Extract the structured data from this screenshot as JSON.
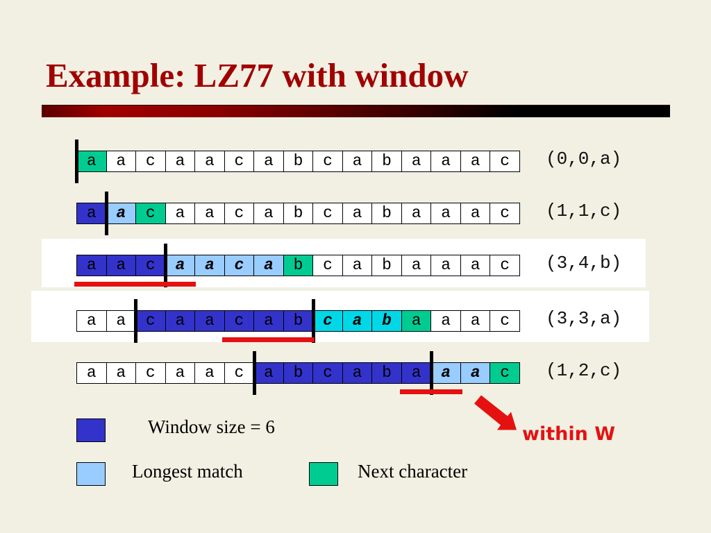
{
  "title": "Example: LZ77 with window",
  "annotation": "within W",
  "colors": {
    "title": "#a00000",
    "window": "#3333cc",
    "match": "#99ccff",
    "match_cyan": "#00d8e8",
    "next": "#00cc92",
    "underline": "#e51111",
    "bar": "#000000",
    "background": "#f1f0e3"
  },
  "legend": {
    "window_label": "Window size = 6",
    "match_label": "Longest match",
    "next_label": "Next character"
  },
  "string": "aacaacabcabaaac",
  "rows": [
    {
      "chars": "aacaacabcabaaac",
      "types": "npppppppppppppp",
      "tuple": "(0,0,a)",
      "bars": [
        0
      ],
      "underline": null,
      "band": false
    },
    {
      "chars": "aacaacabcabaaac",
      "types": "wmnpppppppppppp",
      "tuple": "(1,1,c)",
      "bars": [
        1
      ],
      "underline": null,
      "band": false
    },
    {
      "chars": "aacaacabcabaaac",
      "types": "wwwmmmmnppppppp",
      "tuple": "(3,4,b)",
      "bars": [
        3
      ],
      "underline": {
        "from": 0,
        "to": 4
      },
      "band": true
    },
    {
      "chars": "aacaacabcabaaac",
      "types": "ppwwwwwwcccnppp",
      "tuple": "(3,3,a)",
      "bars": [
        2,
        8
      ],
      "underline": {
        "from": 5,
        "to": 8
      },
      "band": true
    },
    {
      "chars": "aacaacabcabaaac",
      "types": "ppppppwwwwwwmmn",
      "tuple": "(1,2,c)",
      "bars": [
        6,
        12
      ],
      "underline": {
        "from": 11,
        "to": 13
      },
      "band": false
    }
  ]
}
